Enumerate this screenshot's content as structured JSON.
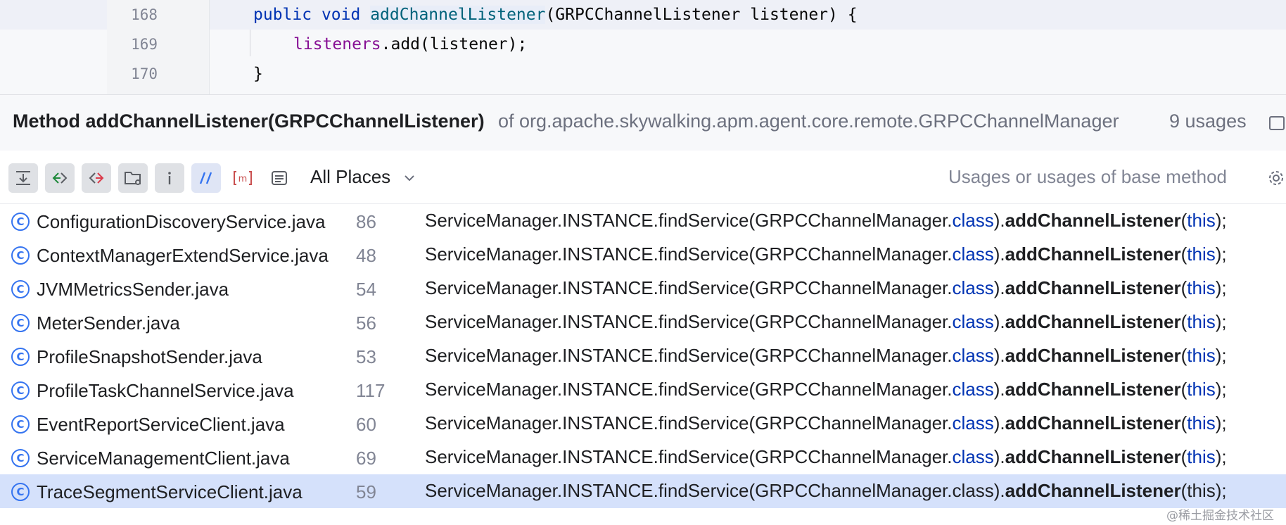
{
  "editor": {
    "lines": [
      {
        "number": "168",
        "parts": [
          "public",
          "void",
          "addChannelListener",
          "(GRPCChannelListener listener) {"
        ]
      },
      {
        "number": "169",
        "parts": [
          "listeners",
          ".add(listener);"
        ]
      },
      {
        "number": "170",
        "parts": [
          "}"
        ]
      }
    ]
  },
  "panel": {
    "title_bold": "Method addChannelListener(GRPCChannelListener)",
    "title_context": "of org.apache.skywalking.apm.agent.core.remote.GRPCChannelManager",
    "usage_count": "9 usages",
    "scope_label": "All Places",
    "filter_hint": "Usages or usages of base method",
    "toolbar_icons": [
      "merge-icon",
      "navigate-back-icon",
      "navigate-forward-icon",
      "group-by-directory-icon",
      "info-icon",
      "comment-usages-icon",
      "method-icon",
      "preview-icon"
    ],
    "class_icon_glyph": "C",
    "usage_parts": {
      "prefix": "ServiceManager.INSTANCE.findService(GRPCChannelManager.",
      "keyword_class": "class",
      "middle": ").",
      "method": "addChannelListener",
      "open": "(",
      "keyword_this": "this",
      "close": ");"
    },
    "results": [
      {
        "file": "ConfigurationDiscoveryService.java",
        "line": "86",
        "selected": false
      },
      {
        "file": "ContextManagerExtendService.java",
        "line": "48",
        "selected": false
      },
      {
        "file": "JVMMetricsSender.java",
        "line": "54",
        "selected": false
      },
      {
        "file": "MeterSender.java",
        "line": "56",
        "selected": false
      },
      {
        "file": "ProfileSnapshotSender.java",
        "line": "53",
        "selected": false
      },
      {
        "file": "ProfileTaskChannelService.java",
        "line": "117",
        "selected": false
      },
      {
        "file": "EventReportServiceClient.java",
        "line": "60",
        "selected": false
      },
      {
        "file": "ServiceManagementClient.java",
        "line": "69",
        "selected": false
      },
      {
        "file": "TraceSegmentServiceClient.java",
        "line": "59",
        "selected": true
      }
    ]
  },
  "watermark": "@稀土掘金技术社区",
  "colors": {
    "accent": "#3574f0",
    "keyword": "#0033b3",
    "selection": "#d5e1fb",
    "field": "#871094",
    "method_decl": "#00627a"
  }
}
